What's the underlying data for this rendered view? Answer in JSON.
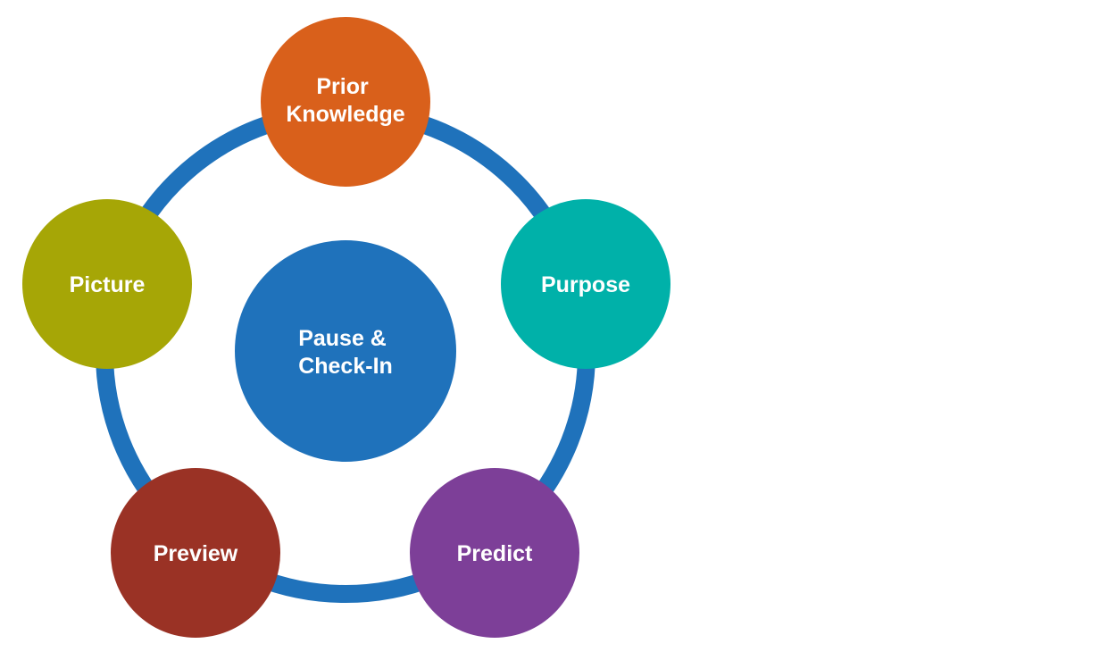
{
  "center": {
    "lines": [
      "Pause &",
      "Check-In"
    ],
    "color": "#1f72bb"
  },
  "ring": {
    "color": "#1f72bb"
  },
  "nodes": [
    {
      "id": "prior-knowledge",
      "lines": [
        "Prior",
        "Knowledge"
      ],
      "color": "#d9601b"
    },
    {
      "id": "purpose",
      "lines": [
        "Purpose"
      ],
      "color": "#00b1a9"
    },
    {
      "id": "predict",
      "lines": [
        "Predict"
      ],
      "color": "#7d3f98"
    },
    {
      "id": "preview",
      "lines": [
        "Preview"
      ],
      "color": "#9a3225"
    },
    {
      "id": "picture",
      "lines": [
        "Picture"
      ],
      "color": "#a6a606"
    }
  ]
}
